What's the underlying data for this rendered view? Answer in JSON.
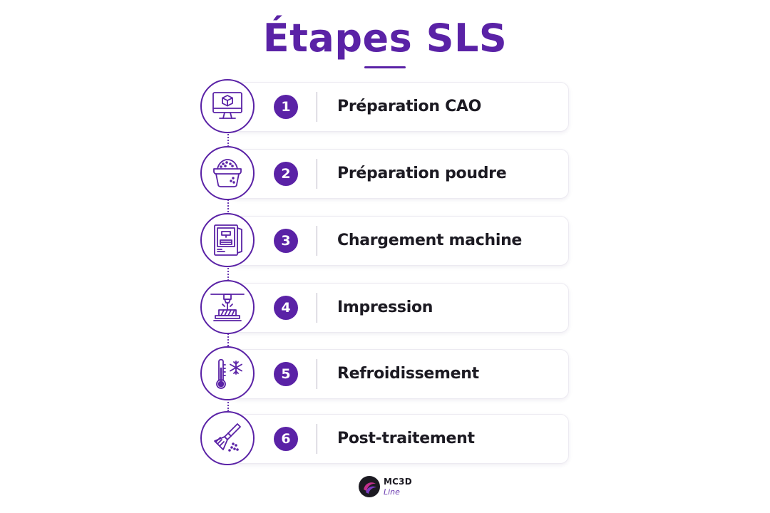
{
  "title": "Étapes SLS",
  "steps": [
    {
      "number": "1",
      "label": "Préparation CAO",
      "icon": "cad-monitor-icon"
    },
    {
      "number": "2",
      "label": "Préparation poudre",
      "icon": "powder-bowl-icon"
    },
    {
      "number": "3",
      "label": "Chargement machine",
      "icon": "printer-machine-icon"
    },
    {
      "number": "4",
      "label": "Impression",
      "icon": "laser-printing-icon"
    },
    {
      "number": "5",
      "label": "Refroidissement",
      "icon": "thermometer-snowflake-icon"
    },
    {
      "number": "6",
      "label": "Post-traitement",
      "icon": "brush-cleaning-icon"
    }
  ],
  "logo": {
    "main": "MC3D",
    "sub": "Line"
  },
  "colors": {
    "accent": "#5a22a6",
    "text": "#1c1a22",
    "card_border": "#eceaf1"
  }
}
